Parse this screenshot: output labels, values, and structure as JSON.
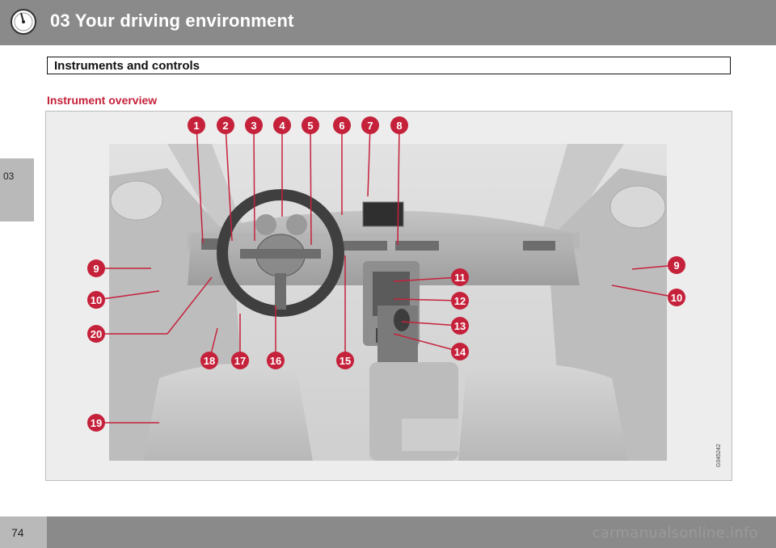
{
  "header": {
    "title": "03 Your driving environment",
    "icon": "speedometer-icon"
  },
  "side_tab": {
    "label": "03"
  },
  "section": {
    "title": "Instruments and controls"
  },
  "subheading": "Instrument overview",
  "figure": {
    "code": "G045242",
    "callouts": [
      "1",
      "2",
      "3",
      "4",
      "5",
      "6",
      "7",
      "8",
      "9",
      "10",
      "20",
      "19",
      "18",
      "17",
      "16",
      "15",
      "14",
      "13",
      "12",
      "11",
      "9",
      "10"
    ]
  },
  "footer": {
    "page_number": "74",
    "watermark": "carmanualsonline.info"
  },
  "colors": {
    "header": "#8a8a8a",
    "tab": "#b9b9b9",
    "accent": "#c5213a",
    "callout": "#c5213a"
  }
}
